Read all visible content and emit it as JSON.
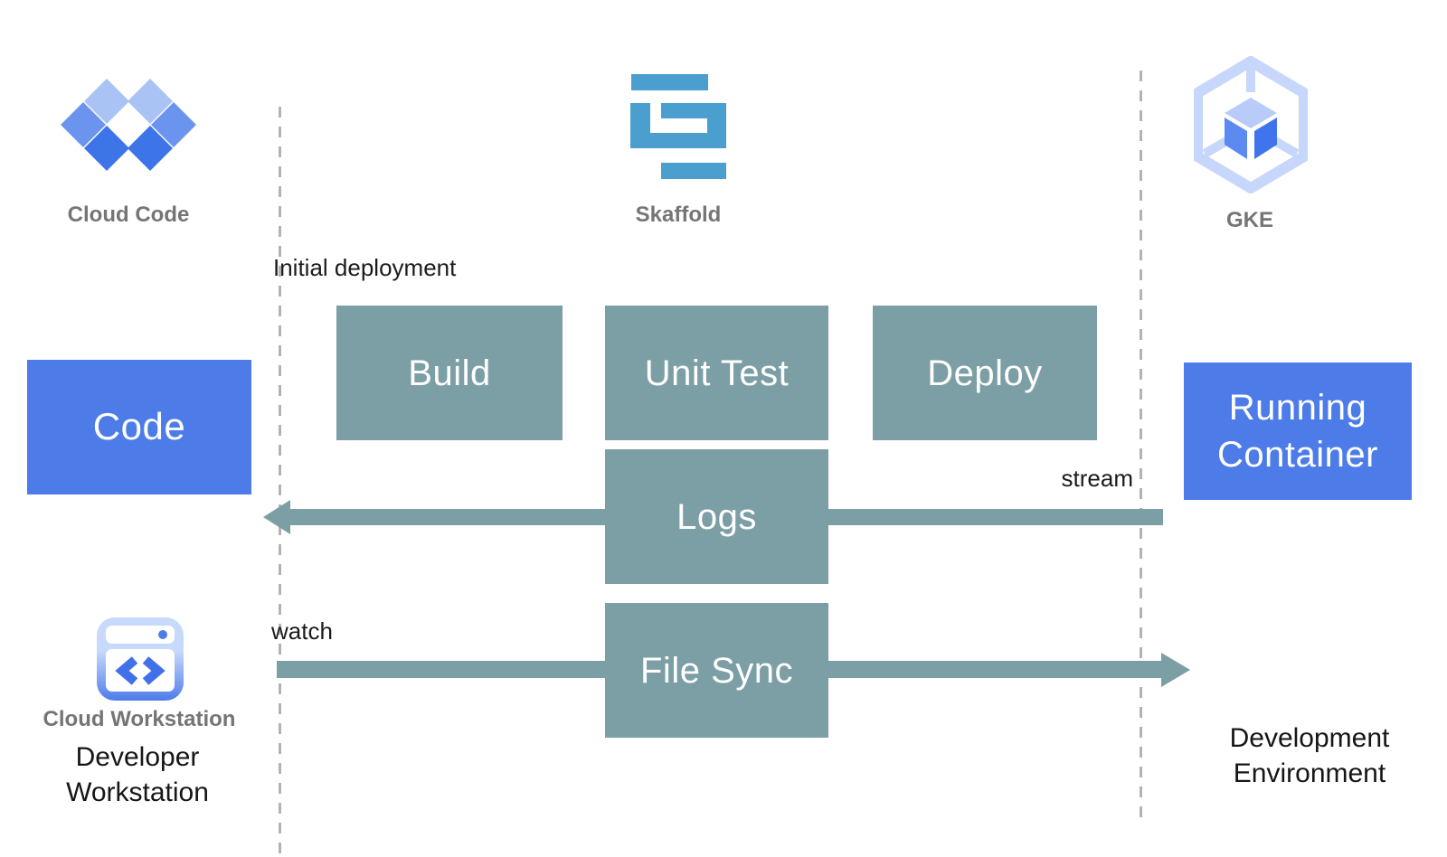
{
  "diagram": {
    "title_icons": {
      "cloud_code": {
        "label": "Cloud Code"
      },
      "skaffold": {
        "label": "Skaffold"
      },
      "gke": {
        "label": "GKE"
      }
    },
    "boxes": {
      "code": {
        "label": "Code"
      },
      "build": {
        "label": "Build"
      },
      "unit_test": {
        "label": "Unit Test"
      },
      "deploy": {
        "label": "Deploy"
      },
      "logs": {
        "label": "Logs"
      },
      "file_sync": {
        "label": "File Sync"
      },
      "running_container": {
        "label": "Running Container"
      }
    },
    "annotations": {
      "initial_deployment": {
        "label": "Initial deployment"
      },
      "stream": {
        "label": "stream"
      },
      "watch": {
        "label": "watch"
      }
    },
    "footer": {
      "cloud_workstation": {
        "label": "Cloud Workstation"
      },
      "developer_workstation": {
        "label": "Developer Workstation"
      },
      "development_environment": {
        "label": "Development Environment"
      }
    },
    "colors": {
      "accent_blue": "#4D7CE8",
      "teal": "#7C9EA5",
      "skaffold_blue": "#4B9FCE",
      "caption_gray": "#757575",
      "text_dark": "#1B1B1B",
      "box_text": "#FFFFFF",
      "dashed_gray": "#B3B3B3",
      "cloud_code_light": "#A9C3F5",
      "cloud_code_mid": "#6B94EE",
      "cloud_code_dark": "#3D74E8",
      "gke_outline": "#C7D7FB",
      "gke_cube_top": "#B9CCF9",
      "gke_cube_left": "#5C8AF0",
      "gke_cube_right": "#3F74EC",
      "ws_frame_light": "#C8DAFB",
      "ws_frame_blue": "#4D7CE8",
      "ws_chevron": "#4170E8"
    }
  }
}
